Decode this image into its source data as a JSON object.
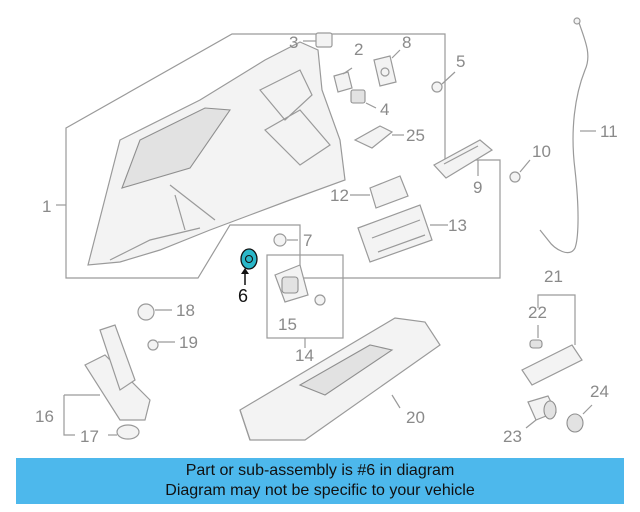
{
  "labels": {
    "l1": "1",
    "l2": "2",
    "l3": "3",
    "l4": "4",
    "l5": "5",
    "l6": "6",
    "l7": "7",
    "l8": "8",
    "l9": "9",
    "l10": "10",
    "l11": "11",
    "l12": "12",
    "l13": "13",
    "l14": "14",
    "l15": "15",
    "l16": "16",
    "l17": "17",
    "l18": "18",
    "l19": "19",
    "l20": "20",
    "l21": "21",
    "l22": "22",
    "l23": "23",
    "l24": "24",
    "l25": "25"
  },
  "highlight": {
    "part_number": "6",
    "color": "#2ab7c9"
  },
  "banner": {
    "line1": "Part or sub-assembly is #6 in diagram",
    "line2": "Diagram may not be specific to your vehicle",
    "background": "#4db8ec"
  }
}
